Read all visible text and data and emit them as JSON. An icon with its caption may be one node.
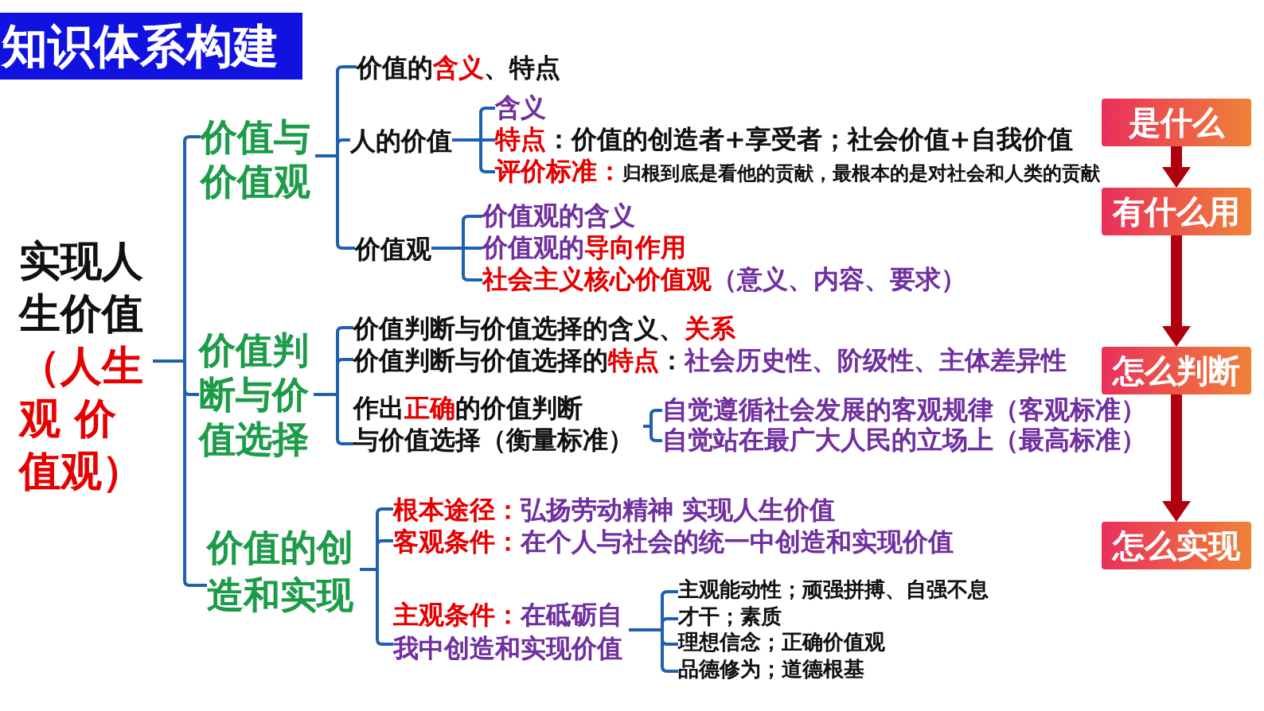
{
  "diagram": {
    "title": "知识体系构建",
    "nodes": [
      {
        "text": [
          "实现人生价值",
          "（人生观 价值观）"
        ]
      },
      {
        "text": [
          "价值与价值观"
        ]
      },
      {
        "text": [
          "价值的**含义**、特点"
        ]
      },
      {
        "text": [
          "人的价值"
        ]
      },
      {
        "text": [
          "含义"
        ]
      },
      {
        "text": [
          "**特点**：价值的创造者+享受者；社会价值+自我价值"
        ]
      },
      {
        "text": [
          "评价标准：",
          "归根到底是看他的贡献，最根本的是对社会和人类的贡献"
        ]
      },
      {
        "text": [
          "价值观"
        ]
      },
      {
        "text": [
          "价值观的含义"
        ]
      },
      {
        "text": [
          "价值观的**导向作用**"
        ]
      },
      {
        "text": [
          "**社会主义核心价值观**（意义、内容、要求）"
        ]
      },
      {
        "text": [
          "价值判断与价值选择"
        ]
      },
      {
        "text": [
          "价值判断与价值选择的含义、**关系**"
        ]
      },
      {
        "text": [
          "价值判断与价值选择的**特点**：",
          "社会历史性、阶级性、主体差异性"
        ]
      },
      {
        "text": [
          "作出**正确**的价值判断与价值选择（衡量标准）"
        ]
      },
      {
        "text": [
          "自觉遵循社会发展的客观规律（客观标准）"
        ]
      },
      {
        "text": [
          "自觉站在最广大人民的立场上（最高标准）"
        ]
      },
      {
        "text": [
          "价值的创造和实现"
        ]
      },
      {
        "text": [
          "**根本途径：**弘扬劳动精神 实现人生价值"
        ]
      },
      {
        "text": [
          "**客观条件：**在个人与社会的统一中创造和实现价值"
        ]
      },
      {
        "text": [
          "**主观条件：**在砥砺自我中创造和实现价值"
        ]
      },
      {
        "text": [
          "主观能动性；顽强拼搏、自强不息"
        ]
      },
      {
        "text": [
          "才干；素质"
        ]
      },
      {
        "text": [
          "理想信念；正确价值观"
        ]
      },
      {
        "text": [
          "品德修为；道德根基"
        ]
      },
      {
        "text": [
          "是什么"
        ]
      },
      {
        "text": [
          "有什么用"
        ]
      },
      {
        "text": [
          "怎么判断"
        ]
      },
      {
        "text": [
          "怎么实现"
        ]
      }
    ],
    "edges": [
      {
        "from": 0,
        "to": 1,
        "arrow": "none"
      },
      {
        "from": 0,
        "to": 11,
        "arrow": "none"
      },
      {
        "from": 0,
        "to": 17,
        "arrow": "none"
      },
      {
        "from": 1,
        "to": 2,
        "arrow": "none"
      },
      {
        "from": 1,
        "to": 3,
        "arrow": "none"
      },
      {
        "from": 1,
        "to": 7,
        "arrow": "none"
      },
      {
        "from": 3,
        "to": 4,
        "arrow": "none"
      },
      {
        "from": 3,
        "to": 5,
        "arrow": "none"
      },
      {
        "from": 3,
        "to": 6,
        "arrow": "none"
      },
      {
        "from": 7,
        "to": 8,
        "arrow": "none"
      },
      {
        "from": 7,
        "to": 9,
        "arrow": "none"
      },
      {
        "from": 7,
        "to": 10,
        "arrow": "none"
      },
      {
        "from": 11,
        "to": 12,
        "arrow": "none"
      },
      {
        "from": 11,
        "to": 13,
        "arrow": "none"
      },
      {
        "from": 11,
        "to": 14,
        "arrow": "none"
      },
      {
        "from": 14,
        "to": 15,
        "arrow": "none"
      },
      {
        "from": 14,
        "to": 16,
        "arrow": "none"
      },
      {
        "from": 17,
        "to": 18,
        "arrow": "none"
      },
      {
        "from": 17,
        "to": 19,
        "arrow": "none"
      },
      {
        "from": 17,
        "to": 20,
        "arrow": "none"
      },
      {
        "from": 20,
        "to": 21,
        "arrow": "none"
      },
      {
        "from": 20,
        "to": 22,
        "arrow": "none"
      },
      {
        "from": 20,
        "to": 23,
        "arrow": "none"
      },
      {
        "from": 20,
        "to": 24,
        "arrow": "none"
      },
      {
        "from": 25,
        "to": 26,
        "arrow": "to",
        "style": "thick",
        "color": "#b0000e"
      },
      {
        "from": 26,
        "to": 27,
        "arrow": "to",
        "style": "thick",
        "color": "#b0000e"
      },
      {
        "from": 27,
        "to": 28,
        "arrow": "to",
        "style": "thick",
        "color": "#b0000e"
      }
    ]
  }
}
